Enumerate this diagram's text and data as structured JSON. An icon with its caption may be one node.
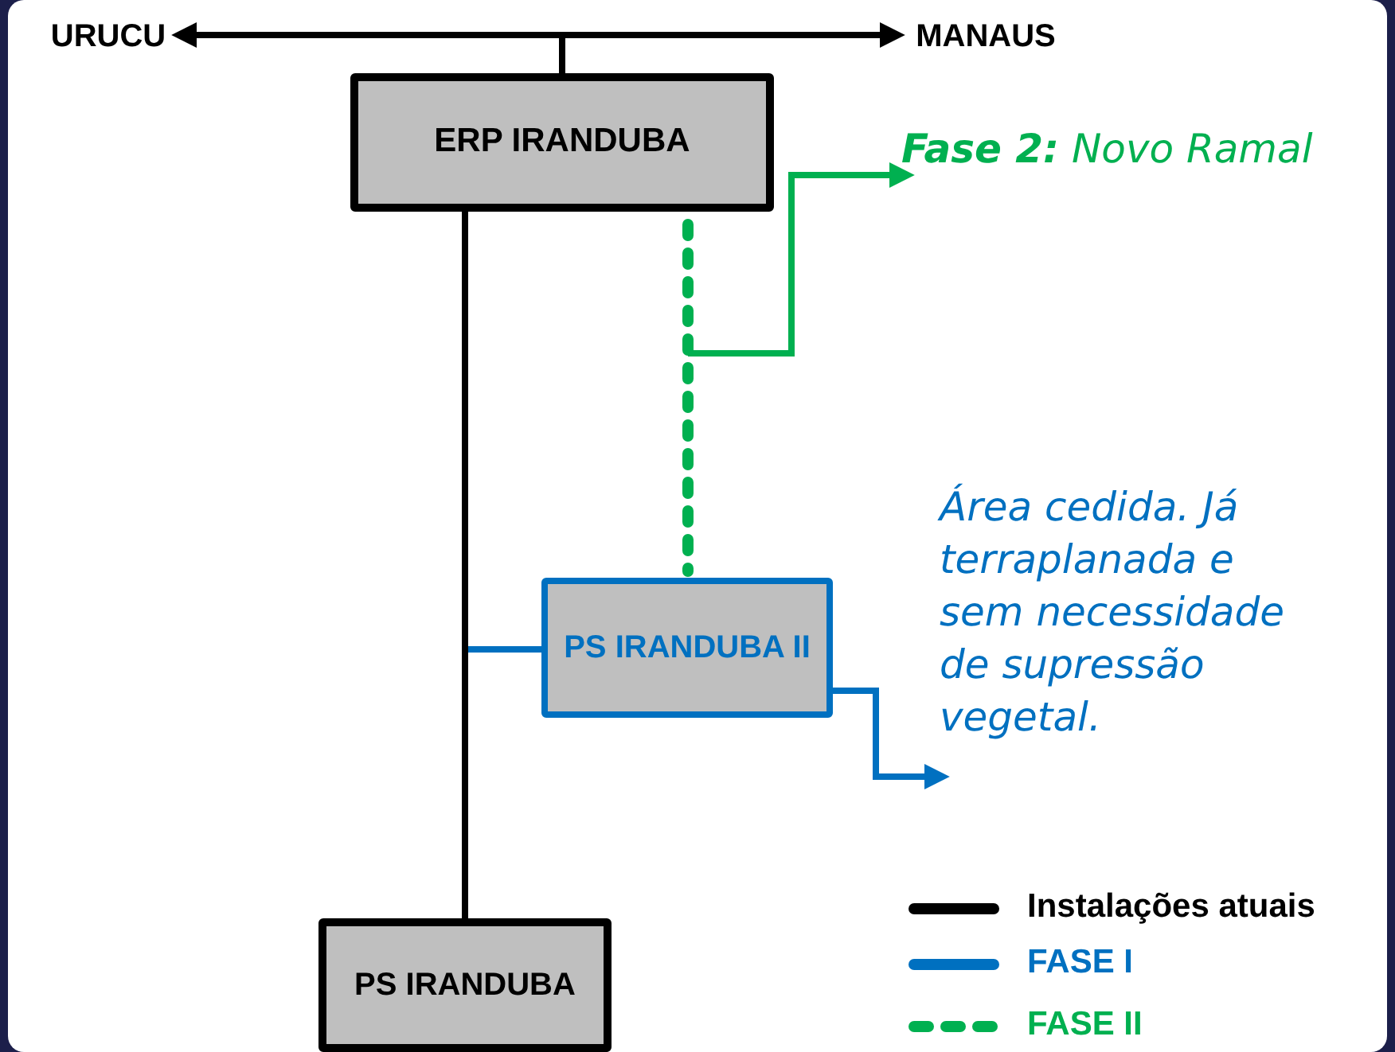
{
  "diagram": {
    "nodes": [
      {
        "text": [
          "URUCU"
        ]
      },
      {
        "text": [
          "MANAUS"
        ]
      },
      {
        "text": [
          "ERP IRANDUBA"
        ]
      },
      {
        "text": [
          "**Fase 2:** Novo Ramal"
        ]
      },
      {
        "text": [
          "PS IRANDUBA II"
        ]
      },
      {
        "text": [
          "Área cedida. Já terraplanada e sem necessidade de supressão vegetal."
        ]
      },
      {
        "text": [
          "PS IRANDUBA"
        ]
      }
    ],
    "edges": [
      {
        "from": 2,
        "to": 0,
        "arrow": "to"
      },
      {
        "from": 2,
        "to": 1,
        "arrow": "to"
      },
      {
        "from": 2,
        "to": 6,
        "arrow": "none"
      },
      {
        "from": 2,
        "to": 4,
        "arrow": "none",
        "style": "dashed",
        "color": "#00b050"
      },
      {
        "from": null,
        "to": 3,
        "arrow": "to",
        "color": "#00b050"
      },
      {
        "from": null,
        "to": 4,
        "arrow": "none",
        "color": "#0070c0"
      },
      {
        "from": 4,
        "to": 5,
        "arrow": "to",
        "color": "#0070c0"
      }
    ],
    "legend": [
      {
        "text": "Instalações atuais"
      },
      {
        "text": "FASE I"
      },
      {
        "text": "FASE II"
      }
    ]
  }
}
